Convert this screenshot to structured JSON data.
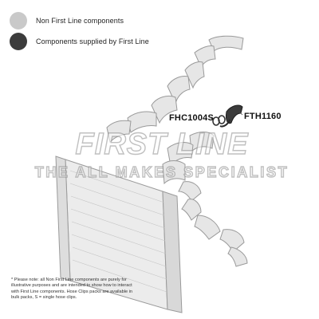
{
  "legend": {
    "items": [
      {
        "label": "Non First Line components",
        "color": "#c9c9c9"
      },
      {
        "label": "Components supplied by First Line",
        "color": "#3c3c3c"
      }
    ]
  },
  "parts": {
    "clip_code": "FHC1004S",
    "hose_code": "FTH1160"
  },
  "watermark": {
    "line1": "FIRST LINE",
    "line2": "THE ALL MAKES SPECIALIST"
  },
  "note": "* Please note: all Non First Line components are purely for illustrative purposes and are intended to show how to interact with First Line components. Hose Clips packs are available in bulk packs, S = single hose clips."
}
